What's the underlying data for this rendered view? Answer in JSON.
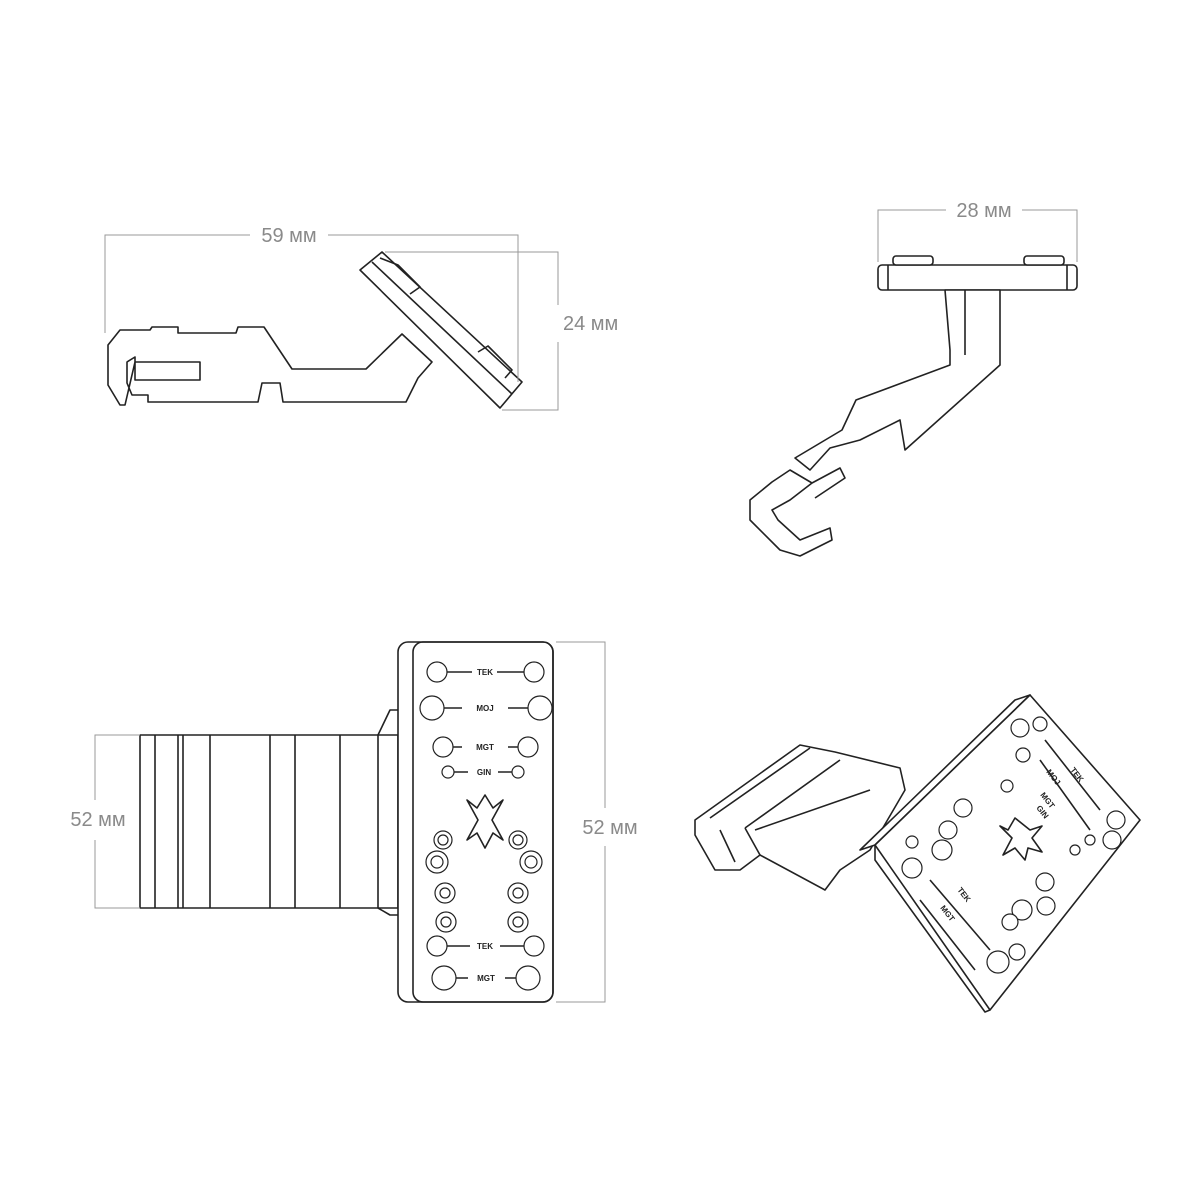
{
  "dimensions": {
    "side_length": "59 мм",
    "side_height": "24 мм",
    "end_width": "28 мм",
    "body_width": "52 мм",
    "plate_height": "52 мм"
  },
  "plate_labels": [
    "TEK",
    "MOJ",
    "MGT",
    "GIN",
    "TEK",
    "MGT"
  ],
  "iso_labels": [
    "TEK",
    "MOJ",
    "MGT",
    "GIN",
    "TEK",
    "MGT"
  ]
}
